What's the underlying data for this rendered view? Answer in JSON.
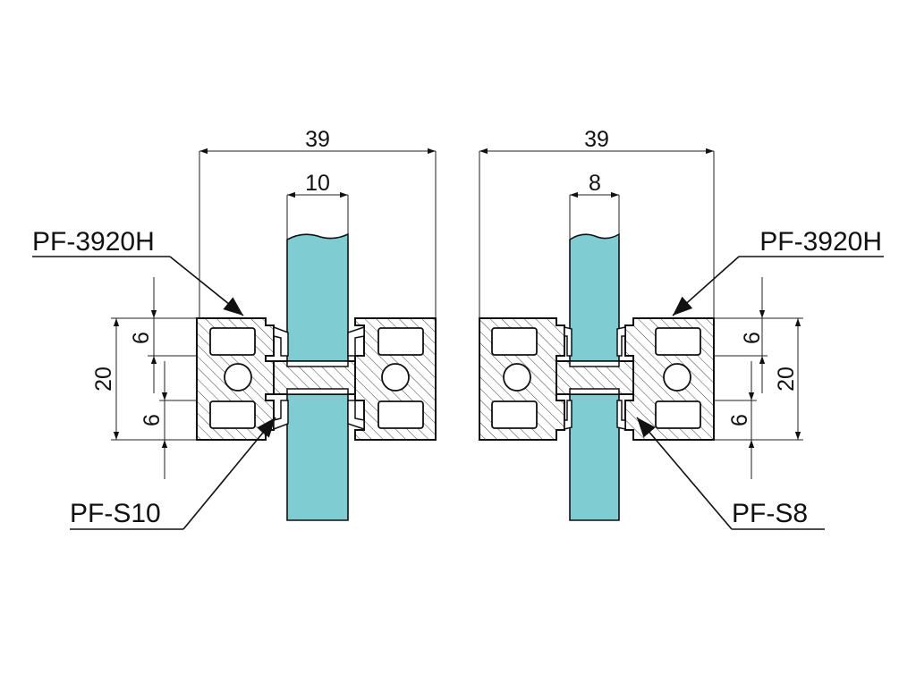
{
  "colors": {
    "glass": "#7fcdd3",
    "line": "#111111",
    "background": "#ffffff"
  },
  "left_detail": {
    "overall_width": "39",
    "glass_thickness": "10",
    "profile_height": "20",
    "slot_offset_top": "6",
    "slot_offset_bottom": "6",
    "profile_label": "PF-3920H",
    "seal_label": "PF-S10"
  },
  "right_detail": {
    "overall_width": "39",
    "glass_thickness": "8",
    "profile_height": "20",
    "slot_offset_top": "6",
    "slot_offset_bottom": "6",
    "profile_label": "PF-3920H",
    "seal_label": "PF-S8"
  }
}
